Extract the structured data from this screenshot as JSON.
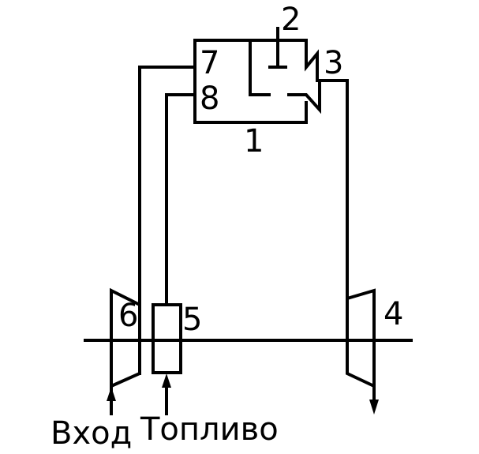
{
  "labels": {
    "n1": "1",
    "n2": "2",
    "n3": "3",
    "n4": "4",
    "n5": "5",
    "n6": "6",
    "n7": "7",
    "n8": "8",
    "inlet": "Вход",
    "fuel": "Топливо"
  },
  "colors": {
    "line": "#000000",
    "background": "#ffffff"
  }
}
